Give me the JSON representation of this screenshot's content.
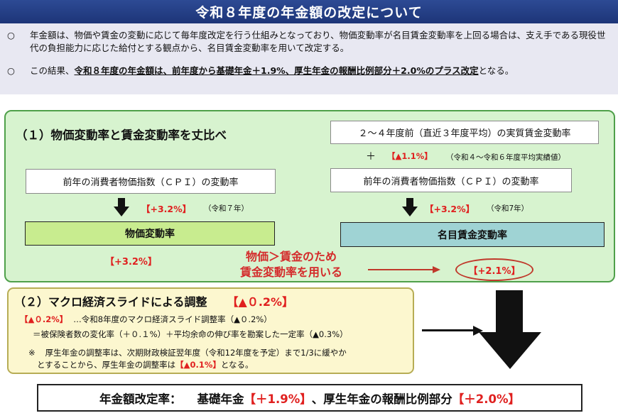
{
  "title": "令和８年度の年金額の改定について",
  "intro": {
    "bullet_mark": "○",
    "p1": "年金額は、物価や賃金の変動に応じて毎年度改定を行う仕組みとなっており、物価変動率が名目賃金変動率を上回る場合は、支え手である現役世代の負担能力に応じた給付とする観点から、名目賃金変動率を用いて改定する。",
    "p2_prefix": "この結果、",
    "p2_emph": "令和８年度の年金額は、前年度から基礎年金＋1.9%、厚生年金の報酬比例部分＋2.0%のプラス改定",
    "p2_suffix": "となる。"
  },
  "section1": {
    "heading": "（１）物価変動率と賃金変動率を丈比べ",
    "left": {
      "cpi_label": "前年の消費者物価指数（ＣＰＩ）の変動率",
      "cpi_value": "【+3.2%】",
      "cpi_year": "（令和７年）",
      "result_label": "物価変動率",
      "result_value": "【+3.2%】"
    },
    "right": {
      "real_wage_label": "２～４年度前（直近３年度平均）の実質賃金変動率",
      "plus": "＋",
      "real_wage_value": "【▲1.1%】",
      "real_wage_note": "（令和４～令和６年度平均実績値）",
      "cpi_label": "前年の消費者物価指数（ＣＰＩ）の変動率",
      "cpi_value": "【+3.2%】",
      "cpi_year": "（令和7年）",
      "result_label": "名目賃金変動率",
      "result_value": "【+2.1%】"
    },
    "comparison_line1": "物価＞賃金のため",
    "comparison_line2": "賃金変動率を用いる"
  },
  "section2": {
    "heading": "（２）マクロ経済スライドによる調整",
    "heading_value": "【▲０.2%】",
    "line1_value": "【▲０.2%】",
    "line1_text": "…令和8年度のマクロ経済スライド調整率（▲０.2%）",
    "line2": "＝被保険者数の変化率（＋０.１%）＋平均余命の伸び率を勘案した一定率（▲0.3%）",
    "note_mark": "※",
    "note_line1": "厚生年金の調整率は、次期財政検証翌年度（令和12年度を予定）まで1/3に緩やか",
    "note_line2_prefix": "とすることから、厚生年金の調整率は",
    "note_line2_value": "【▲0.1%】",
    "note_line2_suffix": "となる。"
  },
  "final": {
    "label": "年金額改定率：",
    "basic_label": "基礎年金",
    "basic_value": "【＋1.9%】",
    "separator": "、",
    "employee_label": "厚生年金の報酬比例部分",
    "employee_value": "【＋2.0%】"
  },
  "colors": {
    "title_bg": "#1d3578",
    "panel1_bg": "#d7f3cf",
    "panel1_border": "#4fa04a",
    "panel2_bg": "#fcf7cf",
    "price_box": "#c8ec8f",
    "wage_box": "#9fd3d4",
    "accent_red": "#e0201f"
  }
}
